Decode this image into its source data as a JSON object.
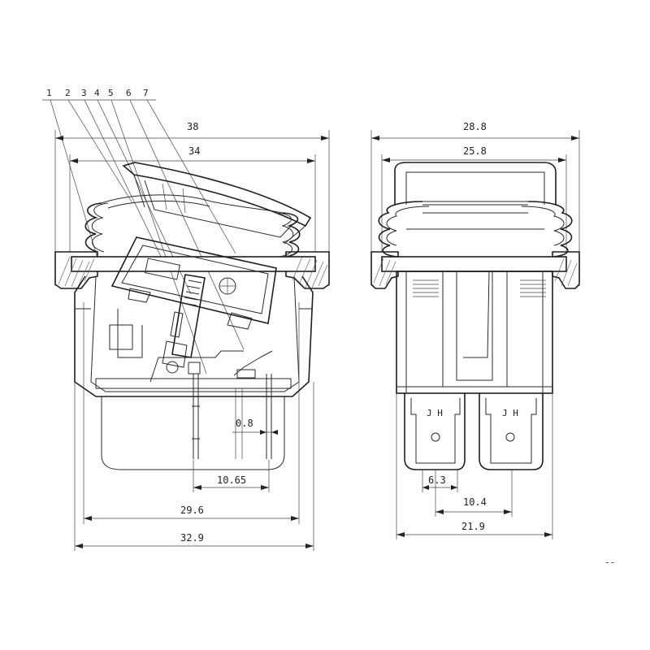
{
  "callouts": [
    "1",
    "2",
    "3",
    "4",
    "5",
    "6",
    "7"
  ],
  "front_view": {
    "dim_overall_top": "38",
    "dim_inner_top": "34",
    "dim_pin_gap": "0.8",
    "dim_pin_spacing": "10.65",
    "dim_body_width": "29.6",
    "dim_bottom_width": "32.9"
  },
  "side_view": {
    "dim_overall_top": "28.8",
    "dim_inner_top": "25.8",
    "terminal_mark_left": "J H",
    "terminal_mark_right": "J H",
    "dim_terminal_width": "6.3",
    "dim_terminal_spacing": "10.4",
    "dim_body_width": "21.9"
  },
  "corner_mark": "ˉˉ"
}
